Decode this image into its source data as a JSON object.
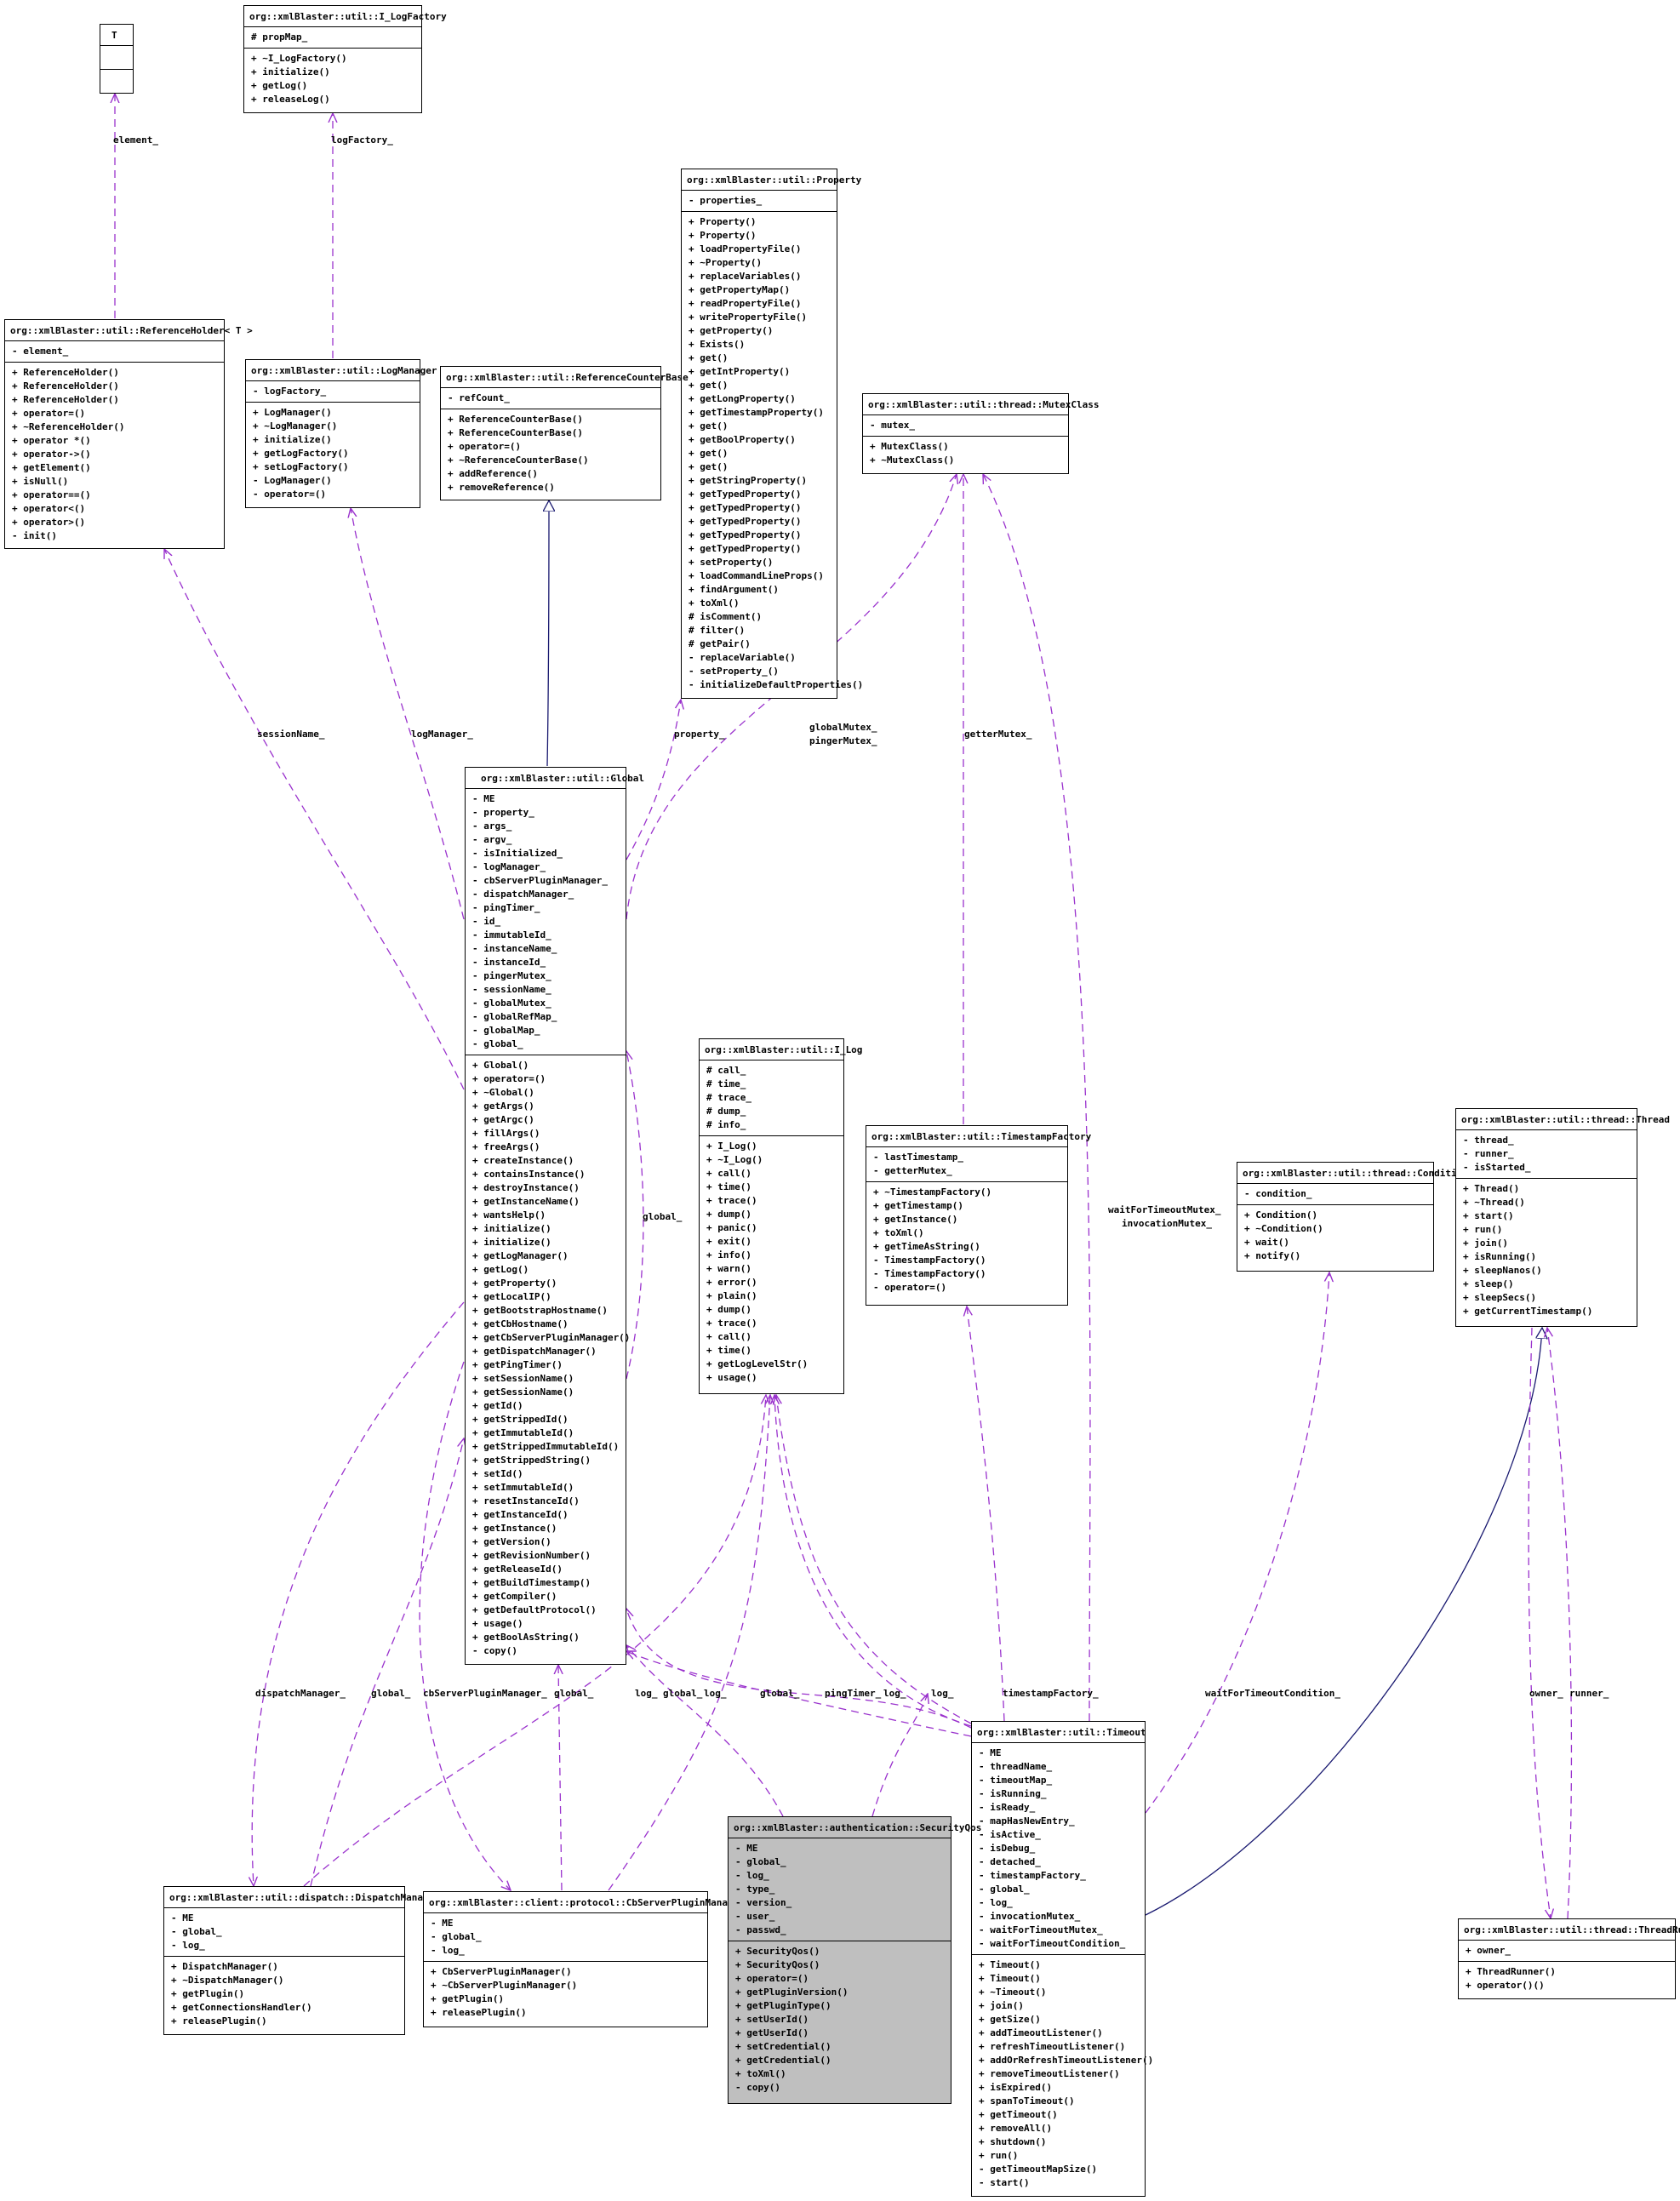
{
  "classes": [
    {
      "id": "T",
      "name": "T",
      "attributes": [],
      "operations": [],
      "highlight": false
    },
    {
      "id": "I_LogFactory",
      "name": "org::xmlBlaster::util::I_LogFactory",
      "attributes": [
        "# propMap_"
      ],
      "operations": [
        "+ ~I_LogFactory()",
        "+ initialize()",
        "+ getLog()",
        "+ releaseLog()"
      ],
      "highlight": false
    },
    {
      "id": "Property",
      "name": "org::xmlBlaster::util::Property",
      "attributes": [
        "- properties_"
      ],
      "operations": [
        "+ Property()",
        "+ Property()",
        "+ loadPropertyFile()",
        "+ ~Property()",
        "+ replaceVariables()",
        "+ getPropertyMap()",
        "+ readPropertyFile()",
        "+ writePropertyFile()",
        "+ getProperty()",
        "+ Exists()",
        "+ get()",
        "+ getIntProperty()",
        "+ get()",
        "+ getLongProperty()",
        "+ getTimestampProperty()",
        "+ get()",
        "+ getBoolProperty()",
        "+ get()",
        "+ get()",
        "+ getStringProperty()",
        "+ getTypedProperty()",
        "+ getTypedProperty()",
        "+ getTypedProperty()",
        "+ getTypedProperty()",
        "+ getTypedProperty()",
        "+ setProperty()",
        "+ loadCommandLineProps()",
        "+ findArgument()",
        "+ toXml()",
        "# isComment()",
        "# filter()",
        "# getPair()",
        "- replaceVariable()",
        "- setProperty_()",
        "- initializeDefaultProperties()"
      ],
      "highlight": false
    },
    {
      "id": "ReferenceHolder",
      "name": "org::xmlBlaster::util::ReferenceHolder< T >",
      "attributes": [
        "- element_"
      ],
      "operations": [
        "+ ReferenceHolder()",
        "+ ReferenceHolder()",
        "+ ReferenceHolder()",
        "+ operator=()",
        "+ ~ReferenceHolder()",
        "+ operator *()",
        "+ operator->()",
        "+ getElement()",
        "+ isNull()",
        "+ operator==()",
        "+ operator<()",
        "+ operator>()",
        "- init()"
      ],
      "highlight": false
    },
    {
      "id": "LogManager",
      "name": "org::xmlBlaster::util::LogManager",
      "attributes": [
        "- logFactory_"
      ],
      "operations": [
        "+ LogManager()",
        "+ ~LogManager()",
        "+ initialize()",
        "+ getLogFactory()",
        "+ setLogFactory()",
        "- LogManager()",
        "- operator=()"
      ],
      "highlight": false
    },
    {
      "id": "ReferenceCounterBase",
      "name": "org::xmlBlaster::util::ReferenceCounterBase",
      "attributes": [
        "- refCount_"
      ],
      "operations": [
        "+ ReferenceCounterBase()",
        "+ ReferenceCounterBase()",
        "+ operator=()",
        "+ ~ReferenceCounterBase()",
        "+ addReference()",
        "+ removeReference()"
      ],
      "highlight": false
    },
    {
      "id": "MutexClass",
      "name": "org::xmlBlaster::util::thread::MutexClass",
      "attributes": [
        "- mutex_"
      ],
      "operations": [
        "+ MutexClass()",
        "+ ~MutexClass()"
      ],
      "highlight": false
    },
    {
      "id": "Global",
      "name": "org::xmlBlaster::util::Global",
      "attributes": [
        "- ME",
        "- property_",
        "- args_",
        "- argv_",
        "- isInitialized_",
        "- logManager_",
        "- cbServerPluginManager_",
        "- dispatchManager_",
        "- pingTimer_",
        "- id_",
        "- immutableId_",
        "- instanceName_",
        "- instanceId_",
        "- pingerMutex_",
        "- sessionName_",
        "- globalMutex_",
        "- globalRefMap_",
        "- globalMap_",
        "- global_"
      ],
      "operations": [
        "+ Global()",
        "+ operator=()",
        "+ ~Global()",
        "+ getArgs()",
        "+ getArgc()",
        "+ fillArgs()",
        "+ freeArgs()",
        "+ createInstance()",
        "+ containsInstance()",
        "+ destroyInstance()",
        "+ getInstanceName()",
        "+ wantsHelp()",
        "+ initialize()",
        "+ initialize()",
        "+ getLogManager()",
        "+ getLog()",
        "+ getProperty()",
        "+ getLocalIP()",
        "+ getBootstrapHostname()",
        "+ getCbHostname()",
        "+ getCbServerPluginManager()",
        "+ getDispatchManager()",
        "+ getPingTimer()",
        "+ setSessionName()",
        "+ getSessionName()",
        "+ getId()",
        "+ getStrippedId()",
        "+ getImmutableId()",
        "+ getStrippedImmutableId()",
        "+ getStrippedString()",
        "+ setId()",
        "+ setImmutableId()",
        "+ resetInstanceId()",
        "+ getInstanceId()",
        "+ getInstance()",
        "+ getVersion()",
        "+ getRevisionNumber()",
        "+ getReleaseId()",
        "+ getBuildTimestamp()",
        "+ getCompiler()",
        "+ getDefaultProtocol()",
        "+ usage()",
        "+ getBoolAsString()",
        "- copy()"
      ],
      "highlight": false
    },
    {
      "id": "I_Log",
      "name": "org::xmlBlaster::util::I_Log",
      "attributes": [
        "# call_",
        "# time_",
        "# trace_",
        "# dump_",
        "# info_"
      ],
      "operations": [
        "+ I_Log()",
        "+ ~I_Log()",
        "+ call()",
        "+ time()",
        "+ trace()",
        "+ dump()",
        "+ panic()",
        "+ exit()",
        "+ info()",
        "+ warn()",
        "+ error()",
        "+ plain()",
        "+ dump()",
        "+ trace()",
        "+ call()",
        "+ time()",
        "+ getLogLevelStr()",
        "+ usage()"
      ],
      "highlight": false
    },
    {
      "id": "TimestampFactory",
      "name": "org::xmlBlaster::util::TimestampFactory",
      "attributes": [
        "- lastTimestamp_",
        "- getterMutex_"
      ],
      "operations": [
        "+ ~TimestampFactory()",
        "+ getTimestamp()",
        "+ getInstance()",
        "+ toXml()",
        "+ getTimeAsString()",
        "- TimestampFactory()",
        "- TimestampFactory()",
        "- operator=()"
      ],
      "highlight": false
    },
    {
      "id": "Condition",
      "name": "org::xmlBlaster::util::thread::Condition",
      "attributes": [
        "- condition_"
      ],
      "operations": [
        "+ Condition()",
        "+ ~Condition()",
        "+ wait()",
        "+ notify()"
      ],
      "highlight": false
    },
    {
      "id": "Thread",
      "name": "org::xmlBlaster::util::thread::Thread",
      "attributes": [
        "- thread_",
        "- runner_",
        "- isStarted_"
      ],
      "operations": [
        "+ Thread()",
        "+ ~Thread()",
        "+ start()",
        "+ run()",
        "+ join()",
        "+ isRunning()",
        "+ sleepNanos()",
        "+ sleep()",
        "+ sleepSecs()",
        "+ getCurrentTimestamp()"
      ],
      "highlight": false
    },
    {
      "id": "Timeout",
      "name": "org::xmlBlaster::util::Timeout",
      "attributes": [
        "- ME",
        "- threadName_",
        "- timeoutMap_",
        "- isRunning_",
        "- isReady_",
        "- mapHasNewEntry_",
        "- isActive_",
        "- isDebug_",
        "- detached_",
        "- timestampFactory_",
        "- global_",
        "- log_",
        "- invocationMutex_",
        "- waitForTimeoutMutex_",
        "- waitForTimeoutCondition_"
      ],
      "operations": [
        "+ Timeout()",
        "+ Timeout()",
        "+ ~Timeout()",
        "+ join()",
        "+ getSize()",
        "+ addTimeoutListener()",
        "+ refreshTimeoutListener()",
        "+ addOrRefreshTimeoutListener()",
        "+ removeTimeoutListener()",
        "+ isExpired()",
        "+ spanToTimeout()",
        "+ getTimeout()",
        "+ removeAll()",
        "+ shutdown()",
        "+ run()",
        "- getTimeoutMapSize()",
        "- start()"
      ],
      "highlight": false
    },
    {
      "id": "DispatchManager",
      "name": "org::xmlBlaster::util::dispatch::DispatchManager",
      "attributes": [
        "- ME",
        "- global_",
        "- log_"
      ],
      "operations": [
        "+ DispatchManager()",
        "+ ~DispatchManager()",
        "+ getPlugin()",
        "+ getConnectionsHandler()",
        "+ releasePlugin()"
      ],
      "highlight": false
    },
    {
      "id": "CbServerPluginManager",
      "name": "org::xmlBlaster::client::protocol::CbServerPluginManager",
      "attributes": [
        "- ME",
        "- global_",
        "- log_"
      ],
      "operations": [
        "+ CbServerPluginManager()",
        "+ ~CbServerPluginManager()",
        "+ getPlugin()",
        "+ releasePlugin()"
      ],
      "highlight": false
    },
    {
      "id": "SecurityQos",
      "name": "org::xmlBlaster::authentication::SecurityQos",
      "attributes": [
        "- ME",
        "- global_",
        "- log_",
        "- type_",
        "- version_",
        "- user_",
        "- passwd_"
      ],
      "operations": [
        "+ SecurityQos()",
        "+ SecurityQos()",
        "+ operator=()",
        "+ getPluginVersion()",
        "+ getPluginType()",
        "+ setUserId()",
        "+ getUserId()",
        "+ setCredential()",
        "+ getCredential()",
        "+ toXml()",
        "- copy()"
      ],
      "highlight": true
    },
    {
      "id": "ThreadRunner",
      "name": "org::xmlBlaster::util::thread::ThreadRunner",
      "attributes": [
        "+ owner_"
      ],
      "operations": [
        "+ ThreadRunner()",
        "+ operator()()"
      ],
      "highlight": false
    }
  ],
  "edge_labels": [
    {
      "id": "element",
      "lines": [
        "element_"
      ]
    },
    {
      "id": "logFactory",
      "lines": [
        "logFactory_"
      ]
    },
    {
      "id": "sessionName",
      "lines": [
        "sessionName_"
      ]
    },
    {
      "id": "logManager",
      "lines": [
        "logManager_"
      ]
    },
    {
      "id": "property",
      "lines": [
        "property_"
      ]
    },
    {
      "id": "globalMutex",
      "lines": [
        "globalMutex_",
        "pingerMutex_"
      ]
    },
    {
      "id": "getterMutex",
      "lines": [
        "getterMutex_"
      ]
    },
    {
      "id": "global1",
      "lines": [
        "global_"
      ]
    },
    {
      "id": "waitMutex",
      "lines": [
        "waitForTimeoutMutex_",
        "invocationMutex_"
      ]
    },
    {
      "id": "dispatchManager",
      "lines": [
        "dispatchManager_"
      ]
    },
    {
      "id": "global2",
      "lines": [
        "global_"
      ]
    },
    {
      "id": "cbServerPluginManager",
      "lines": [
        "cbServerPluginManager_"
      ]
    },
    {
      "id": "global3",
      "lines": [
        "global_"
      ]
    },
    {
      "id": "log1",
      "lines": [
        "log_"
      ]
    },
    {
      "id": "global4",
      "lines": [
        "global_"
      ]
    },
    {
      "id": "log2",
      "lines": [
        "log_"
      ]
    },
    {
      "id": "global5",
      "lines": [
        "global_"
      ]
    },
    {
      "id": "pingTimer",
      "lines": [
        "pingTimer_"
      ]
    },
    {
      "id": "log3",
      "lines": [
        "log_"
      ]
    },
    {
      "id": "log4",
      "lines": [
        "log_"
      ]
    },
    {
      "id": "timestampFactory",
      "lines": [
        "timestampFactory_"
      ]
    },
    {
      "id": "waitCondition",
      "lines": [
        "waitForTimeoutCondition_"
      ]
    },
    {
      "id": "owner",
      "lines": [
        "owner_"
      ]
    },
    {
      "id": "runner",
      "lines": [
        "runner_"
      ]
    }
  ],
  "colors": {
    "dependency": "#9a32cd",
    "inheritance": "#191970",
    "highlight_fill": "#bfbfbf"
  }
}
